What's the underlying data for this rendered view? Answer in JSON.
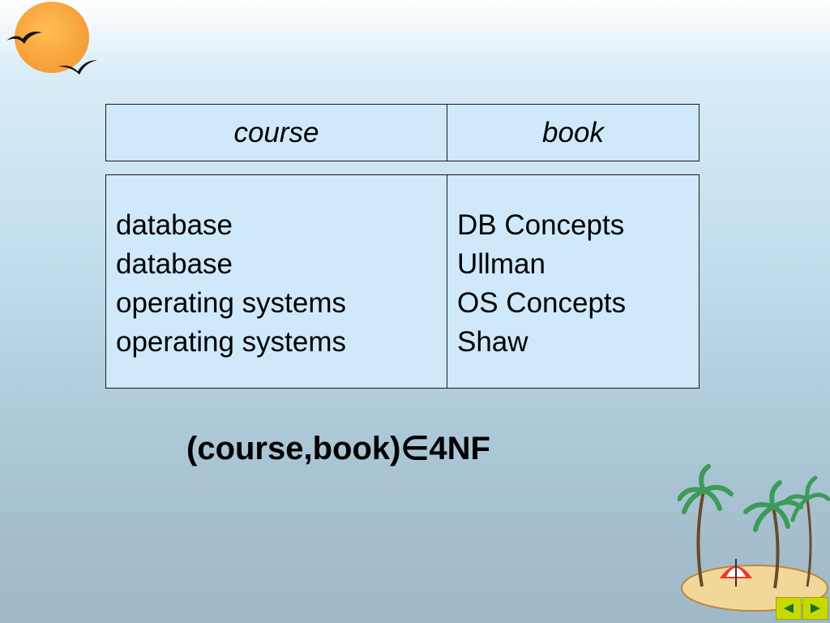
{
  "table": {
    "headers": {
      "left": "course",
      "right": "book"
    },
    "rows": [
      {
        "course": "database",
        "book": "DB Concepts"
      },
      {
        "course": "database",
        "book": "Ullman"
      },
      {
        "course": "operating systems",
        "book": "OS Concepts"
      },
      {
        "course": "operating systems",
        "book": "Shaw"
      }
    ]
  },
  "formula": "(course,book)∈4NF",
  "nav": {
    "prev_icon": "triangle-left-icon",
    "next_icon": "triangle-right-icon"
  },
  "colors": {
    "table_bg": "#cfe9fb",
    "nav_button": "#c8d900",
    "sun": "#f7a23a"
  }
}
